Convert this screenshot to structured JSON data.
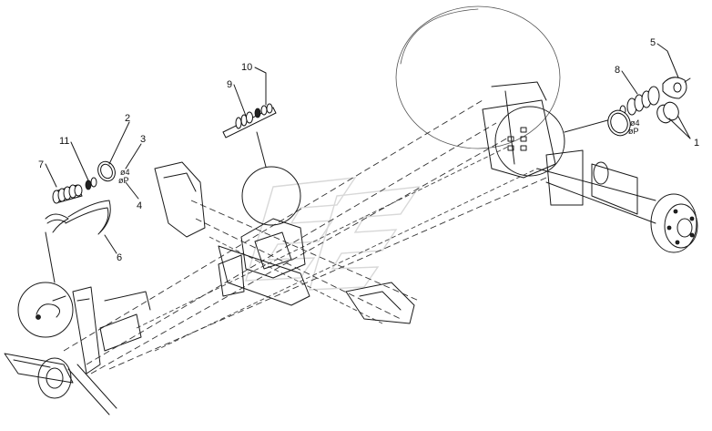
{
  "callouts": [
    {
      "id": "1",
      "label": "1"
    },
    {
      "id": "2",
      "label": "2"
    },
    {
      "id": "3",
      "label": "3"
    },
    {
      "id": "4",
      "label": "4"
    },
    {
      "id": "5",
      "label": "5"
    },
    {
      "id": "6",
      "label": "6"
    },
    {
      "id": "7",
      "label": "7"
    },
    {
      "id": "8",
      "label": "8"
    },
    {
      "id": "9",
      "label": "9"
    },
    {
      "id": "10",
      "label": "10"
    },
    {
      "id": "11",
      "label": "11"
    }
  ],
  "notes": {
    "left_a": "ø4",
    "left_b": "øP",
    "right_a": "ø4",
    "right_b": "øP"
  },
  "colors": {
    "line": "#1a1a1a",
    "watermark": "#d8d8d8"
  }
}
